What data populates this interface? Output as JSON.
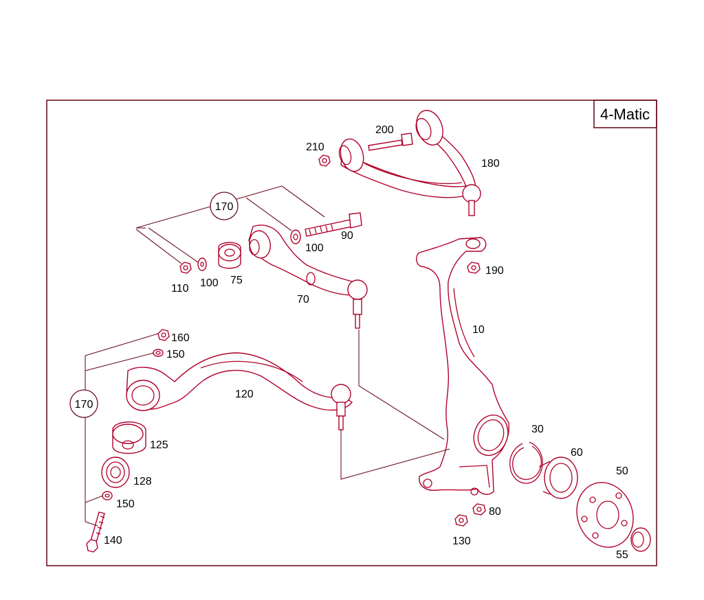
{
  "variant_badge": "4-Matic",
  "group_callouts": [
    {
      "id": "group-callout-upper",
      "text": "170"
    },
    {
      "id": "group-callout-lower",
      "text": "170"
    }
  ],
  "part_labels": {
    "p10": "10",
    "p30": "30",
    "p50": "50",
    "p55": "55",
    "p60": "60",
    "p70": "70",
    "p75": "75",
    "p80": "80",
    "p90": "90",
    "p100a": "100",
    "p100b": "100",
    "p110": "110",
    "p120": "120",
    "p125": "125",
    "p128": "128",
    "p130": "130",
    "p140": "140",
    "p150a": "150",
    "p150b": "150",
    "p160": "160",
    "p180": "180",
    "p190": "190",
    "p200": "200",
    "p210": "210"
  },
  "colors": {
    "frame": "#6b1020",
    "part_outline": "#b0002a",
    "label_text": "#000000",
    "background": "#ffffff"
  }
}
